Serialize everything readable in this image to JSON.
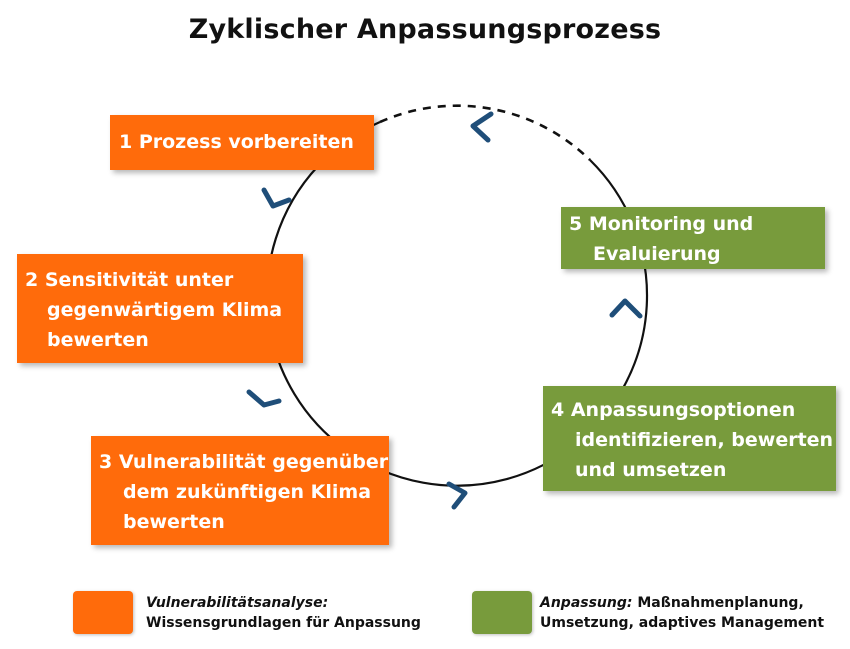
{
  "title": "Zyklischer Anpassungsprozess",
  "steps": [
    {
      "lines": [
        "1  Prozess vorbereiten"
      ]
    },
    {
      "lines": [
        "2  Sensitivität unter",
        "gegenwärtigem Klima",
        "bewerten"
      ]
    },
    {
      "lines": [
        "3  Vulnerabilität gegenüber",
        "dem zukünftigen Klima",
        "bewerten"
      ]
    },
    {
      "lines": [
        "4  Anpassungsoptionen",
        "identifizieren,  bewerten",
        "und umsetzen"
      ]
    },
    {
      "lines": [
        "5  Monitoring und",
        "Evaluierung"
      ]
    }
  ],
  "legend": [
    {
      "label_italic": "Vulnerabilitätsanalyse:",
      "label_rest": "",
      "line2": "Wissensgrundlagen für Anpassung"
    },
    {
      "label_italic": "Anpassung:",
      "label_rest": " Maßnahmenplanung,",
      "line2": "Umsetzung, adaptives Management"
    }
  ],
  "colors": {
    "vulnerability": "#ff6b0b",
    "adaptation": "#789b3c",
    "arrow": "#1f4e79"
  }
}
